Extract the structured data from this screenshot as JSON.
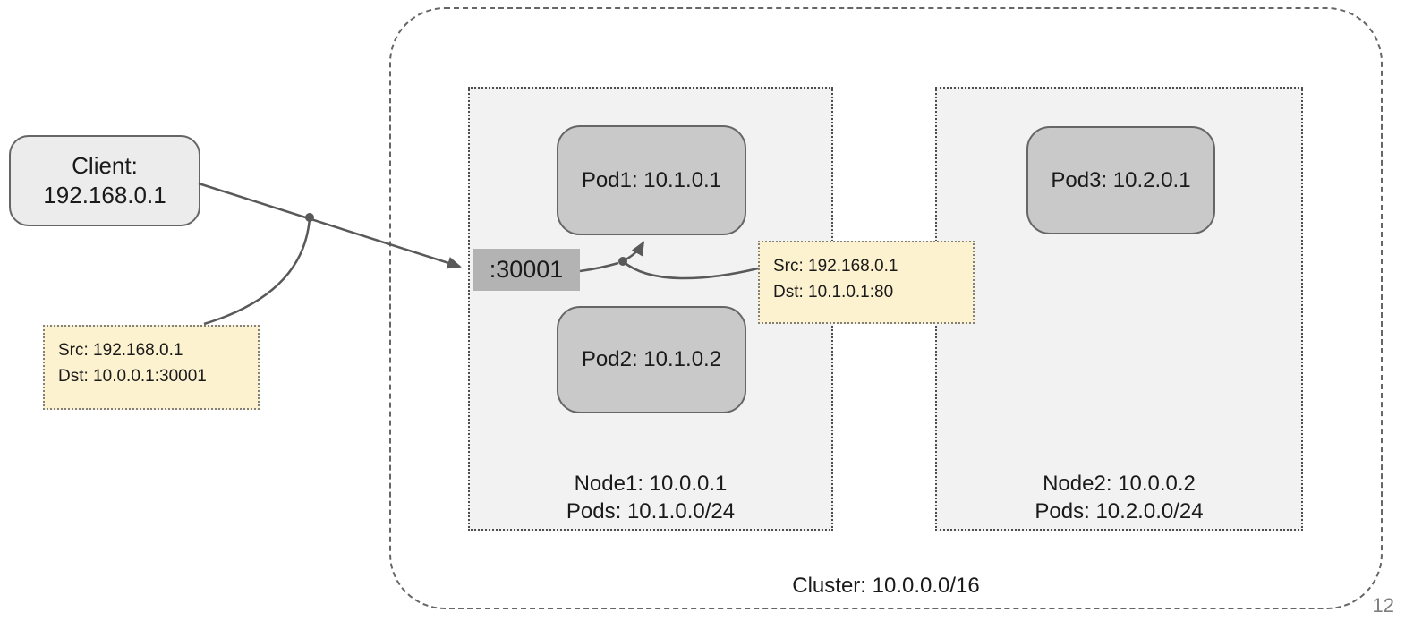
{
  "page": {
    "number": "12"
  },
  "client": {
    "line1": "Client:",
    "line2": "192.168.0.1"
  },
  "nodeport_label": ":30001",
  "left_note": {
    "line1": "Src: 192.168.0.1",
    "line2": "Dst: 10.0.0.1:30001"
  },
  "right_note": {
    "line1": "Src: 192.168.0.1",
    "line2": "Dst: 10.1.0.1:80"
  },
  "cluster": {
    "label": "Cluster: 10.0.0.0/16",
    "nodes": [
      {
        "name_line": "Node1: 10.0.0.1",
        "pods_line": "Pods: 10.1.0.0/24",
        "pods": [
          "Pod1: 10.1.0.1",
          "Pod2: 10.1.0.2"
        ]
      },
      {
        "name_line": "Node2: 10.0.0.2",
        "pods_line": "Pods: 10.2.0.0/24",
        "pods": [
          "Pod3: 10.2.0.1"
        ]
      }
    ]
  },
  "colors": {
    "shape_border": "#666666",
    "node_fill": "#f2f2f2",
    "pod_fill": "#c9c9c9",
    "client_fill": "#ececec",
    "nodeport_fill": "#b3b3b3",
    "note_fill": "#fdf2d0",
    "wire": "#595959",
    "page_number": "#7f7f7f"
  }
}
